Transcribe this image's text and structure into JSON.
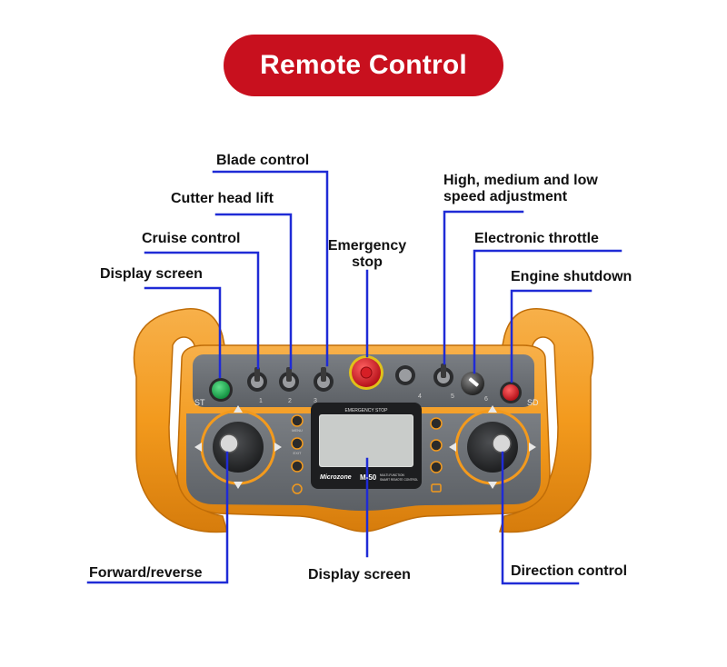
{
  "title": "Remote Control",
  "labels": {
    "blade_control": "Blade control",
    "cutter_head_lift": "Cutter head lift",
    "cruise_control": "Cruise control",
    "display_screen_top": "Display screen",
    "emergency_stop_line1": "Emergency",
    "emergency_stop_line2": "stop",
    "speed_adjust_line1": "High, medium and low",
    "speed_adjust_line2": "speed adjustment",
    "electronic_throttle": "Electronic throttle",
    "engine_shutdown": "Engine shutdown",
    "forward_reverse": "Forward/reverse",
    "display_screen_bottom": "Display screen",
    "direction_control": "Direction control"
  },
  "device": {
    "st_label": "ST",
    "sd_label": "SD",
    "switch_numbers": [
      "1",
      "2",
      "3",
      "4",
      "5",
      "6"
    ],
    "emergency_strip": "EMERGENCY STOP",
    "left_buttons": [
      "MENU",
      "EXIT",
      "",
      ""
    ],
    "brand": "Microzone",
    "model": "M-50",
    "model_sub1": "MULTI-FUNCTION",
    "model_sub2": "SMART REMOTE CONTROL"
  },
  "colors": {
    "title_bg": "#c8101e",
    "leader_line": "#1f2bd6",
    "housing_orange": "#f39a1d",
    "panel_gray": "#6f7378"
  }
}
